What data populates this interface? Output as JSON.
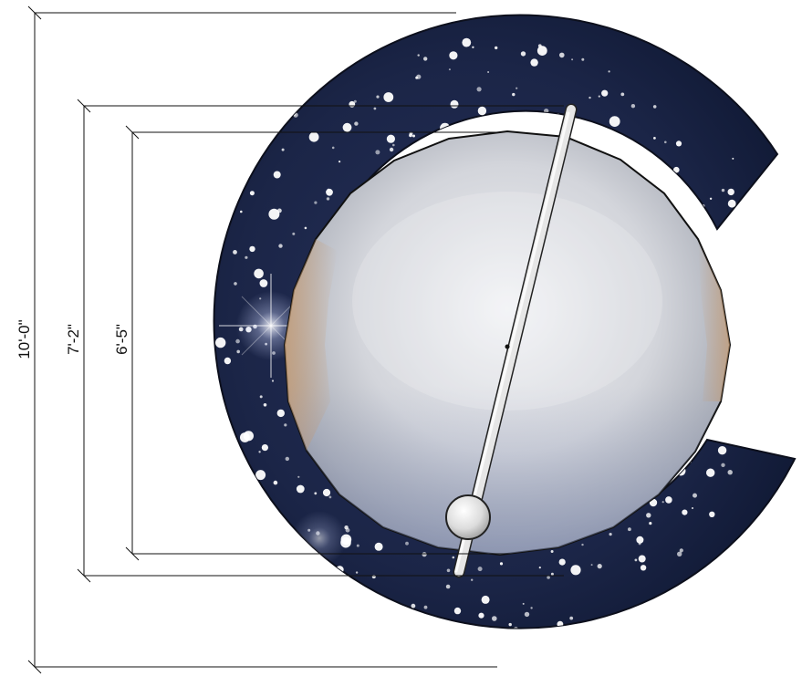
{
  "dimensions": [
    {
      "id": "outer",
      "label": "10'-0\""
    },
    {
      "id": "middle",
      "label": "7'-2\""
    },
    {
      "id": "inner",
      "label": "6'-5\""
    }
  ],
  "colors": {
    "sky": "#1b2547",
    "sky_edge": "#0e1530",
    "sphere_light": "#eceef2",
    "sphere_mid": "#b9bcc4",
    "sphere_warm": "#c9a27a",
    "rod": "#e4e4e4",
    "line": "#111111"
  }
}
